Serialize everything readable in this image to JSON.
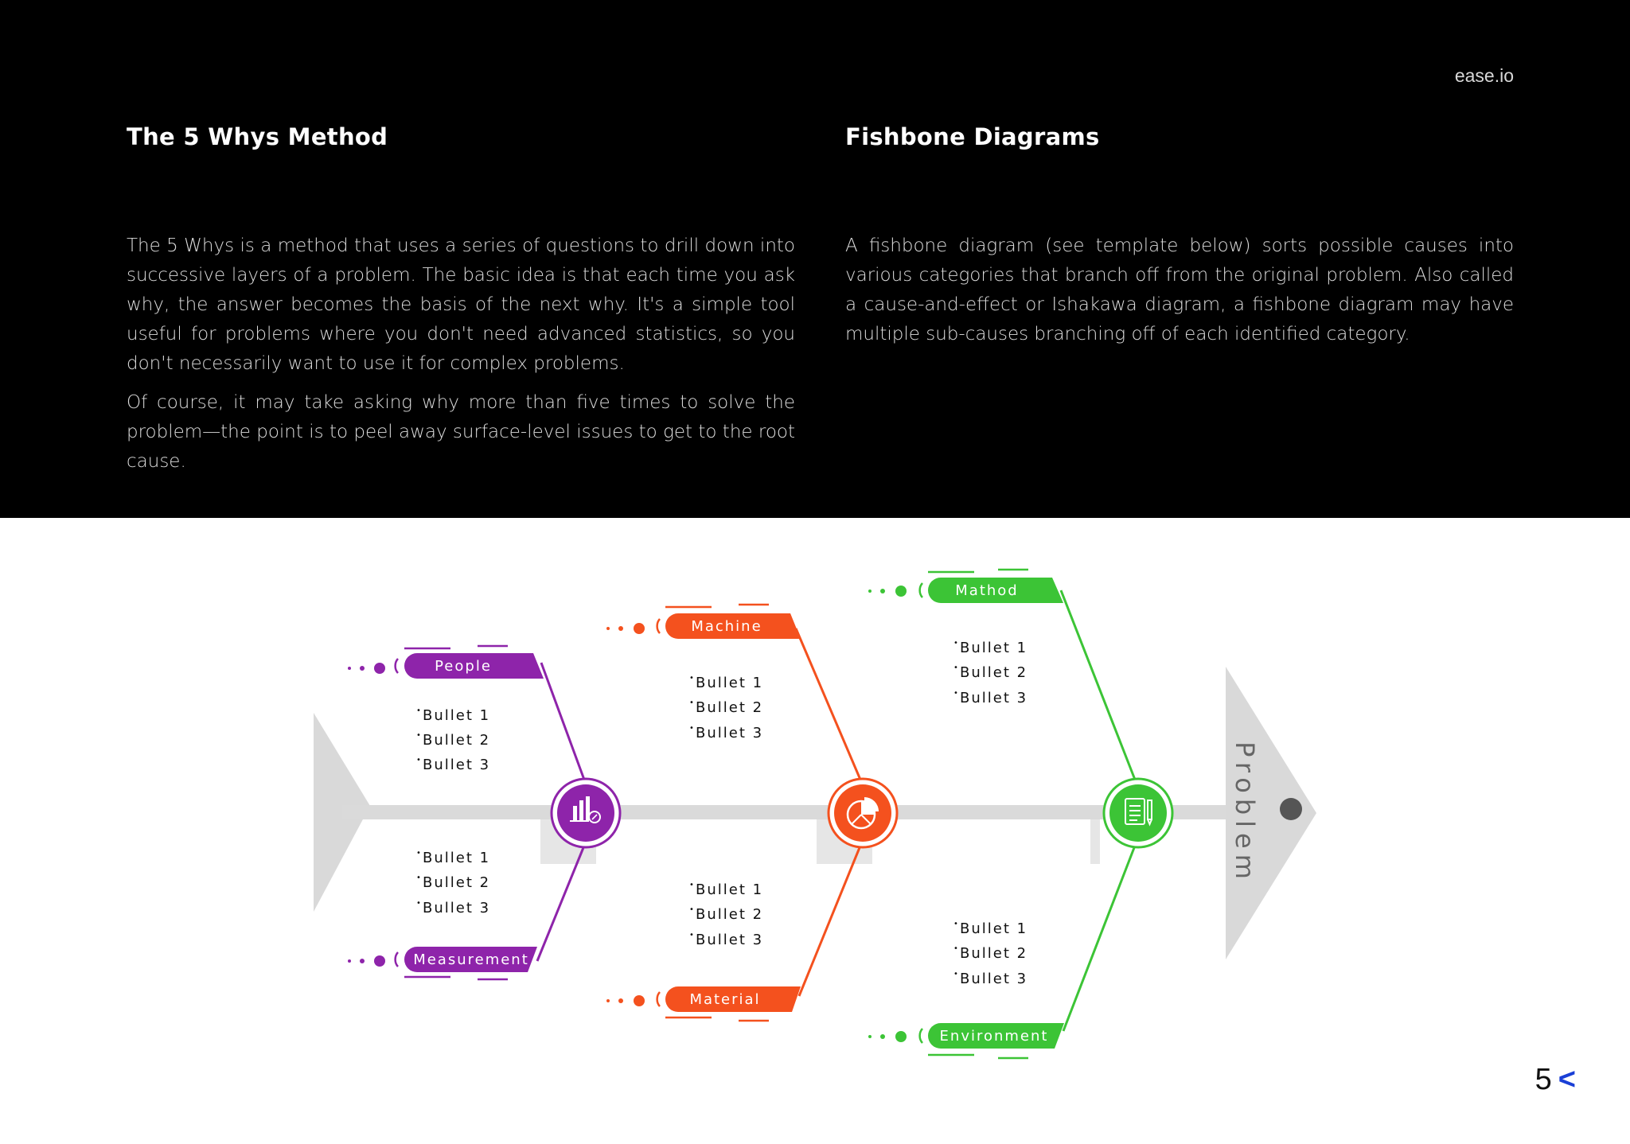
{
  "brand": "ease.io",
  "left": {
    "heading": "The 5 Whys Method",
    "p1": "The 5 Whys is a method that uses a series of questions to drill down into successive layers of a problem. The basic idea is that each time you ask why, the answer becomes the basis of the next why. It's a simple tool useful for problems where you don't need advanced statistics, so you don't necessarily want to use it for complex problems.",
    "p2": "Of course, it may take asking why more than five times to solve the problem—the point is to peel away surface-level issues to get to the root cause."
  },
  "right": {
    "heading": "Fishbone Diagrams",
    "p1": "A fishbone diagram (see template below) sorts possible causes into various categories that branch off from the original problem. Also called a cause-and-effect or Ishakawa diagram, a fishbone diagram may have multiple sub-causes branching off of each identified category."
  },
  "fishbone": {
    "head_label": "Problem",
    "colors": {
      "purple": "#8e24aa",
      "orange": "#f4511e",
      "green": "#3cc436",
      "spine": "#dadada",
      "head": "#d9d9d9"
    },
    "categories": [
      {
        "label": "People",
        "bullets": [
          "Bullet 1",
          "Bullet 2",
          "Bullet 3"
        ]
      },
      {
        "label": "Measurement",
        "bullets": [
          "Bullet 1",
          "Bullet 2",
          "Bullet 3"
        ]
      },
      {
        "label": "Machine",
        "bullets": [
          "Bullet 1",
          "Bullet 2",
          "Bullet 3"
        ]
      },
      {
        "label": "Material",
        "bullets": [
          "Bullet 1",
          "Bullet 2",
          "Bullet 3"
        ]
      },
      {
        "label": "Mathod",
        "bullets": [
          "Bullet 1",
          "Bullet 2",
          "Bullet 3"
        ]
      },
      {
        "label": "Environment",
        "bullets": [
          "Bullet 1",
          "Bullet 2",
          "Bullet 3"
        ]
      }
    ],
    "icons": [
      "bar-chart-icon",
      "pie-chart-icon",
      "document-pencil-icon"
    ]
  },
  "page_number": "5",
  "nav_glyph": "<"
}
